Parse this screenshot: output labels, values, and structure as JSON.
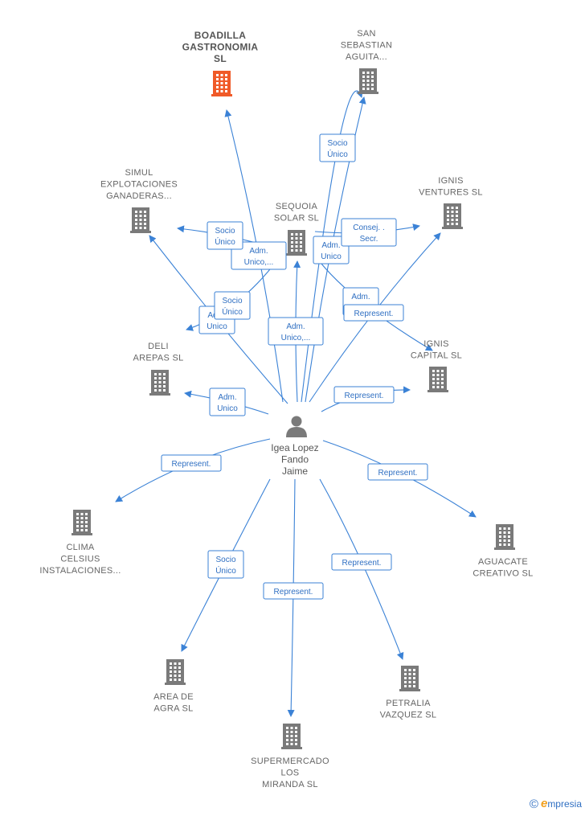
{
  "center": {
    "label_lines": [
      "Igea Lopez",
      "Fando",
      "Jaime"
    ]
  },
  "nodes": [
    {
      "id": "boadilla",
      "label_lines": [
        "BOADILLA",
        "GASTRONOMIA",
        "SL"
      ],
      "highlight": true
    },
    {
      "id": "san_sebastian",
      "label_lines": [
        "SAN",
        "SEBASTIAN",
        "AGUITA..."
      ]
    },
    {
      "id": "simul",
      "label_lines": [
        "SIMUL",
        "EXPLOTACIONES",
        "GANADERAS..."
      ]
    },
    {
      "id": "sequoia",
      "label_lines": [
        "SEQUOIA",
        "SOLAR  SL"
      ]
    },
    {
      "id": "ignis_ventures",
      "label_lines": [
        "IGNIS",
        "VENTURES  SL"
      ]
    },
    {
      "id": "deli_arepas",
      "label_lines": [
        "DELI",
        "AREPAS  SL"
      ]
    },
    {
      "id": "ignis_capital",
      "label_lines": [
        "IGNIS",
        "CAPITAL  SL"
      ]
    },
    {
      "id": "clima",
      "label_lines": [
        "CLIMA",
        "CELSIUS",
        "INSTALACIONES..."
      ]
    },
    {
      "id": "aguacate",
      "label_lines": [
        "AGUACATE",
        "CREATIVO  SL"
      ]
    },
    {
      "id": "area_agra",
      "label_lines": [
        "AREA DE",
        "AGRA  SL"
      ]
    },
    {
      "id": "petralia",
      "label_lines": [
        "PETRALIA",
        "VAZQUEZ  SL"
      ]
    },
    {
      "id": "supermercado",
      "label_lines": [
        "SUPERMERCADO",
        "LOS",
        "MIRANDA  SL"
      ]
    }
  ],
  "edges": [
    {
      "from": "center",
      "to": "boadilla",
      "label_lines": [
        "Adm.",
        "Unico,..."
      ]
    },
    {
      "from": "center",
      "to": "san_sebastian",
      "label_lines": [
        "Socio",
        "Único"
      ]
    },
    {
      "from": "center",
      "to": "san_sebastian",
      "label_lines": [
        "Adm.",
        "Unico"
      ]
    },
    {
      "from": "center",
      "to": "simul",
      "label_lines": [
        "Adm.",
        "Unico"
      ]
    },
    {
      "from": "center",
      "to": "sequoia",
      "label_lines": [
        "Adm.",
        "Unico,..."
      ]
    },
    {
      "from": "sequoia",
      "to": "simul",
      "label_lines": [
        "Socio",
        "Único"
      ]
    },
    {
      "from": "sequoia",
      "to": "deli_arepas",
      "label_lines": [
        "Socio",
        "Único"
      ]
    },
    {
      "from": "sequoia",
      "to": "ignis_ventures",
      "label_lines": [
        "Consej. .",
        "Secr."
      ]
    },
    {
      "from": "sequoia",
      "to": "ignis_capital",
      "label_lines": [
        "Adm.",
        "Unico"
      ]
    },
    {
      "from": "center",
      "to": "ignis_ventures",
      "label_lines": [
        "Represent."
      ]
    },
    {
      "from": "center",
      "to": "ignis_capital",
      "label_lines": [
        "Represent."
      ]
    },
    {
      "from": "center",
      "to": "deli_arepas",
      "label_lines": [
        "Adm.",
        "Unico"
      ]
    },
    {
      "from": "center",
      "to": "clima",
      "label_lines": [
        "Represent."
      ]
    },
    {
      "from": "center",
      "to": "aguacate",
      "label_lines": [
        "Represent."
      ]
    },
    {
      "from": "center",
      "to": "area_agra",
      "label_lines": [
        "Socio",
        "Único"
      ]
    },
    {
      "from": "center",
      "to": "petralia",
      "label_lines": [
        "Represent."
      ]
    },
    {
      "from": "center",
      "to": "supermercado",
      "label_lines": [
        "Represent."
      ]
    }
  ],
  "colors": {
    "edge": "#3b82d6",
    "building": "#7a7a7a",
    "highlight": "#f05a28"
  },
  "brand": {
    "symbol": "©",
    "initial": "e",
    "rest": "mpresia"
  }
}
